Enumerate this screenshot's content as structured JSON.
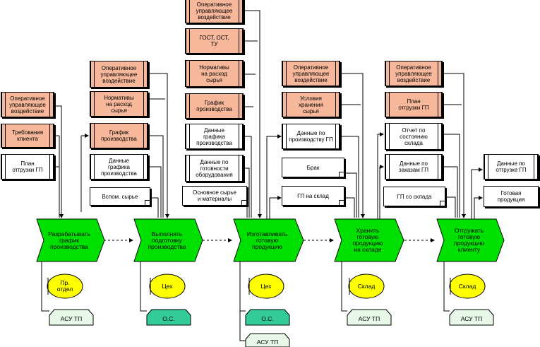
{
  "functions": [
    {
      "label": "Разрабатывать\nграфик\nпроизводства"
    },
    {
      "label": "Выполнять\nподготовку\nпроизводства"
    },
    {
      "label": "Изготавливать\nготовую\nпродукцию"
    },
    {
      "label": "Хранить\nготовую\nпродукцию\nна складе"
    },
    {
      "label": "Отгружать\nготовую\nпродукцию\nклиенту"
    }
  ],
  "orgs": [
    "Пр.\nотдел",
    "Цех",
    "Цех",
    "Склад",
    "Склад"
  ],
  "systems": [
    "АСУ ТП",
    "О.С.",
    "О.С.",
    "АСУ ТП",
    "АСУ ТП",
    "АСУ ТП"
  ],
  "boxes": {
    "c1_op": "Оперативное\nуправляющее\nвоздействие",
    "c1_req": "Требования\nклиента",
    "c1_plan": "План\nотгрузки ГП",
    "c2_op": "Оперативное\nуправляющее\nвоздействие",
    "c2_norm": "Нормативы\nна расход\nсырья",
    "c2_sched": "График\nпроизводства",
    "c2_data": "Данные\nграфика\nпроизводства",
    "c2_aux": "Вспом. сырье",
    "c3_op": "Оперативное\nуправляющее\nвоздействие",
    "c3_gost": "ГОСТ, ОСТ,\nТУ",
    "c3_norm": "Нормативы\nна расход\nсырья",
    "c3_sched": "График\nпроизводства",
    "c3_data": "Данные\nграфика\nпроизводства",
    "c3_ready": "Данные по\nготовности\nоборудования",
    "c3_raw": "Основное сырье\nи материалы",
    "c4_op": "Оперативное\nуправляющее\nвоздействие",
    "c4_cond": "Условия\nхранения\nсырья",
    "c4_data": "Данные по\nпроизводству ГП",
    "c4_brak": "Брак",
    "c4_gp": "ГП на склад",
    "c5_op": "Оперативное\nуправляющее\nвоздействие",
    "c5_plan": "План\nотгрузки ГП",
    "c5_report": "Отчет по\nсостоянию\nсклада",
    "c5_orders": "Данные по\nзаказам ГП",
    "c5_gp": "ГП со склада",
    "c6_data": "Данные по\nотгрузке ГП",
    "c6_ready": "Готовая\nпродукция"
  },
  "colors": {
    "function": "#00e000",
    "org": "#ffff00",
    "system_light": "#e8f8e8",
    "system_dark": "#33cc99",
    "control": "#f7b79a"
  }
}
